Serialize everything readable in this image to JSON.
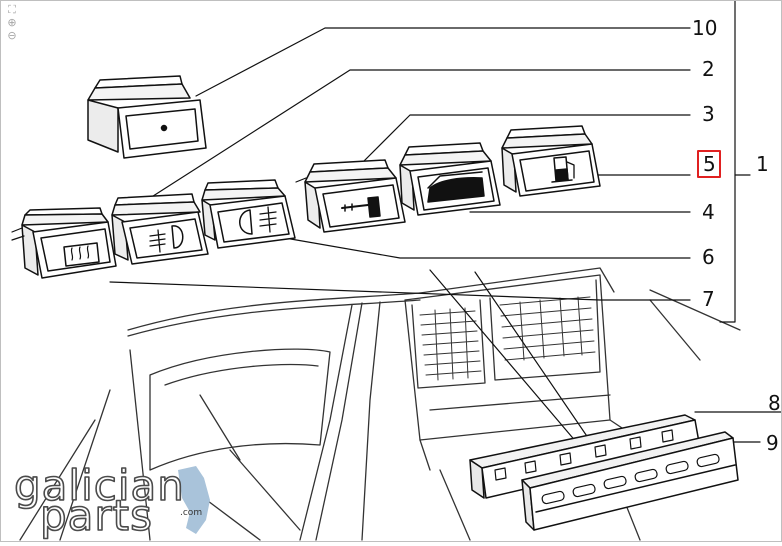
{
  "viewer": {
    "tools": [
      {
        "name": "fit-icon",
        "glyph": "⛶"
      },
      {
        "name": "zoom-in-icon",
        "glyph": "⊕"
      },
      {
        "name": "zoom-out-icon",
        "glyph": "⊖"
      }
    ]
  },
  "callouts": [
    {
      "id": "10",
      "label": "10"
    },
    {
      "id": "2",
      "label": "2"
    },
    {
      "id": "3",
      "label": "3"
    },
    {
      "id": "5",
      "label": "5",
      "highlighted": true
    },
    {
      "id": "1",
      "label": "1"
    },
    {
      "id": "4",
      "label": "4"
    },
    {
      "id": "6",
      "label": "6"
    },
    {
      "id": "7",
      "label": "7"
    },
    {
      "id": "8",
      "label": "8"
    },
    {
      "id": "9",
      "label": "9"
    }
  ],
  "highlight_color": "#e02020",
  "line_color": "#111111",
  "logo": {
    "line1": "galician",
    "line2": "parts",
    "suffix": ".com",
    "accent_color": "#a9c3da"
  }
}
